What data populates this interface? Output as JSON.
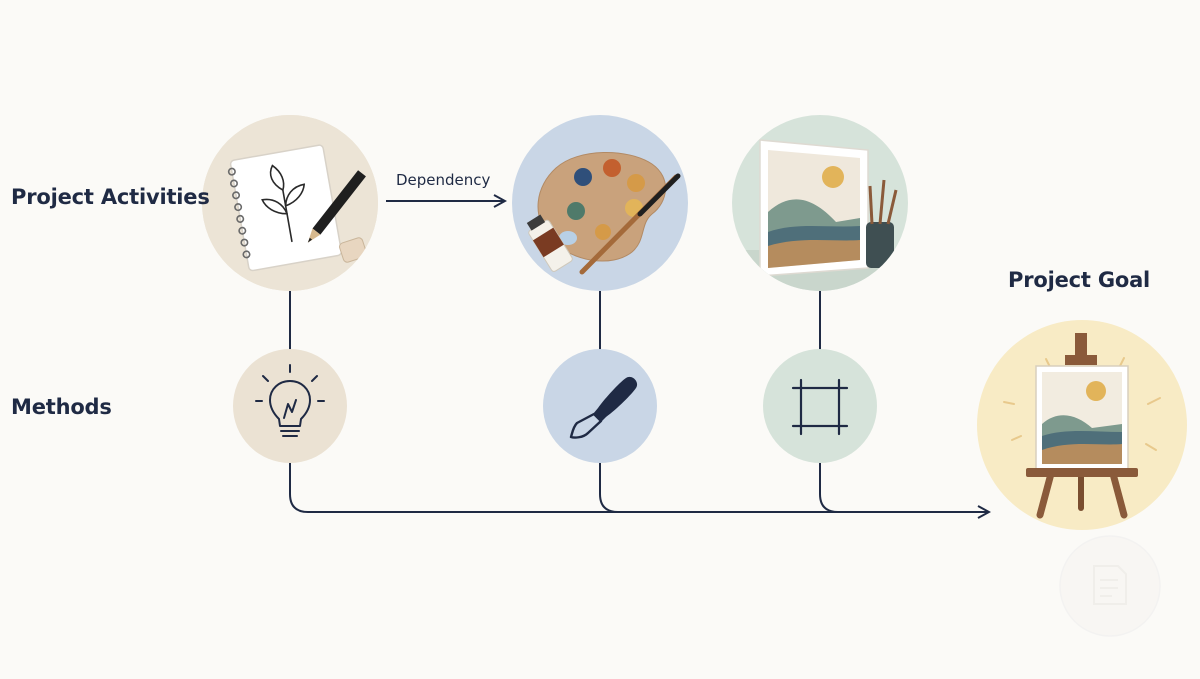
{
  "rows": {
    "activities_label": "Project Activities",
    "methods_label": "Methods"
  },
  "goal_label": "Project Goal",
  "dependency_label": "Dependency",
  "activities": [
    {
      "id": "sketch",
      "icon": "sketchbook-icon"
    },
    {
      "id": "palette",
      "icon": "palette-icon"
    },
    {
      "id": "framed-canvas",
      "icon": "framed-painting-icon"
    }
  ],
  "methods": [
    {
      "id": "ideation",
      "icon": "lightbulb-icon"
    },
    {
      "id": "painting",
      "icon": "paintbrush-icon"
    },
    {
      "id": "framing",
      "icon": "frame-icon"
    }
  ],
  "goal": {
    "icon": "easel-painting-icon"
  },
  "colors": {
    "ink": "#1f2a44",
    "beige": "#ebe2d3",
    "blue": "#c9d6e6",
    "sage": "#d6e3da",
    "goal_yellow": "#f8ebc5"
  }
}
